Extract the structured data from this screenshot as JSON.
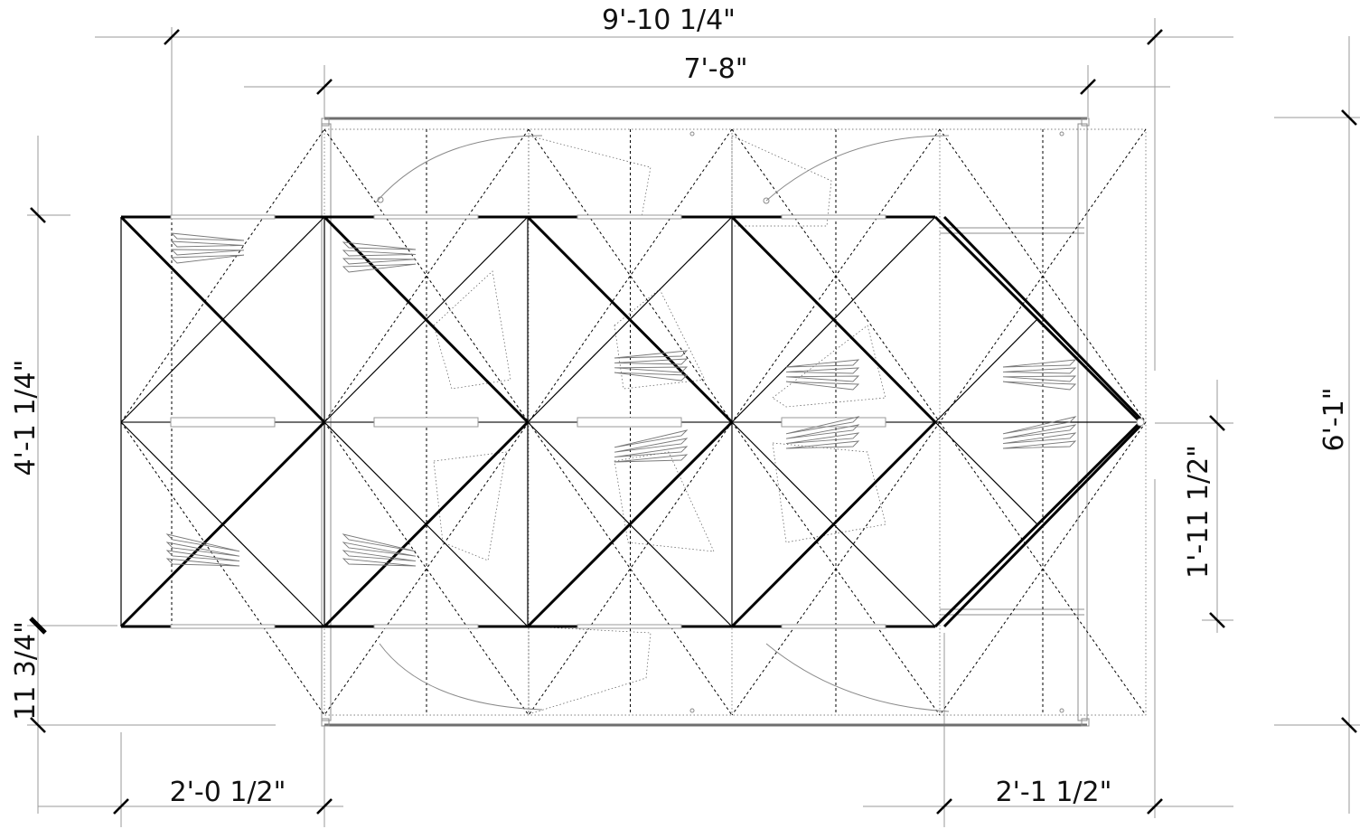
{
  "drawing": {
    "dimensions": {
      "overall_width": "9'-10 1/4\"",
      "frame_width": "7'-8\"",
      "panel_height": "4'-1 1/4\"",
      "overall_height": "6'-1\"",
      "bottom_offset": "11 3/4\"",
      "right_module_height": "1'-11 1/2\"",
      "left_overhang": "2'-0 1/2\"",
      "right_overhang": "2'-1 1/2\""
    }
  }
}
